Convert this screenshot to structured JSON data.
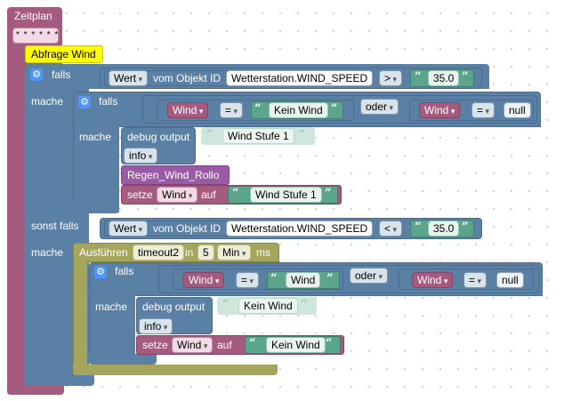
{
  "schedule": {
    "title": "Zeitplan",
    "param": "* * * * * *"
  },
  "comment": "Abfrage Wind",
  "if1": {
    "falls": "falls",
    "value_dd": "Wert",
    "from_object": "vom Objekt ID",
    "object_id": "Wetterstation.WIND_SPEED",
    "op": ">",
    "number": "35.0"
  },
  "mache": "mache",
  "inner_if1": {
    "falls": "falls",
    "var1": "Wind",
    "eq1": "=",
    "text1": "Kein Wind",
    "logic": "oder",
    "var2": "Wind",
    "eq2": "=",
    "null_val": "null"
  },
  "debug1": {
    "label": "debug output",
    "text": "Wind Stufe 1",
    "level": "info"
  },
  "call": "Regen_Wind_Rollo",
  "set1": {
    "setze": "setze",
    "var": "Wind",
    "auf": "auf",
    "text": "Wind Stufe 1"
  },
  "elseif": {
    "label": "sonst falls",
    "value_dd": "Wert",
    "from_object": "vom Objekt ID",
    "object_id": "Wetterstation.WIND_SPEED",
    "op": "<",
    "number": "35.0"
  },
  "timeout": {
    "label": "Ausführen",
    "name": "timeout2",
    "in": "in",
    "value": "5",
    "unit": "Min",
    "ms": "ms"
  },
  "inner_if2": {
    "falls": "falls",
    "var1": "Wind",
    "eq1": "=",
    "text1": "Wind",
    "logic": "oder",
    "var2": "Wind",
    "eq2": "=",
    "null_val": "null"
  },
  "debug2": {
    "label": "debug output",
    "text": "Kein Wind",
    "level": "info"
  },
  "set2": {
    "setze": "setze",
    "var": "Wind",
    "auf": "auf",
    "text": "Kein Wind"
  },
  "colors": {
    "schedule": "#a55b80",
    "logic": "#5b80a5",
    "text": "#5ba58c",
    "variable": "#a55b80",
    "procedure": "#9a5ba5",
    "timeout": "#a5a55b",
    "comment": "#ffff00"
  }
}
